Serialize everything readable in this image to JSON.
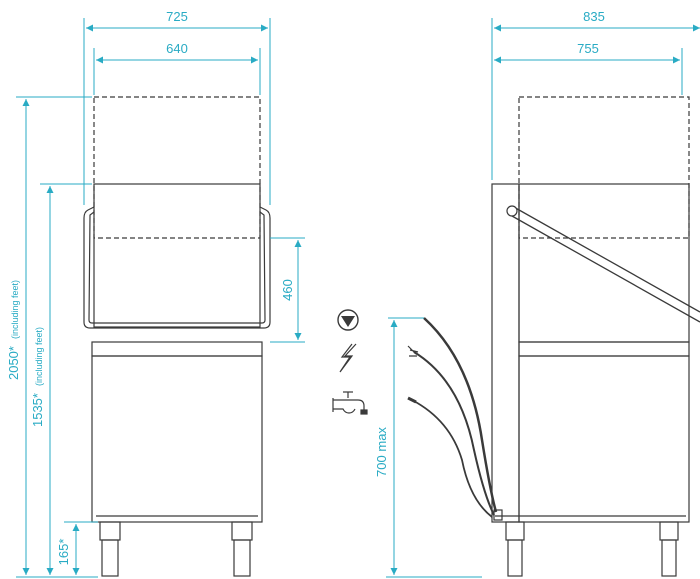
{
  "front_view": {
    "overall_width": "725",
    "inner_width": "640",
    "total_height": "2050*",
    "total_height_note": "(including feet)",
    "closed_height": "1535*",
    "closed_height_note": "(including feet)",
    "hood_travel": "460",
    "feet_height": "165*"
  },
  "side_view": {
    "overall_depth": "835",
    "inner_depth": "755",
    "connection_height": "700 max"
  },
  "colors": {
    "dimension": "#29abc4",
    "outline": "#3a3a3a"
  }
}
